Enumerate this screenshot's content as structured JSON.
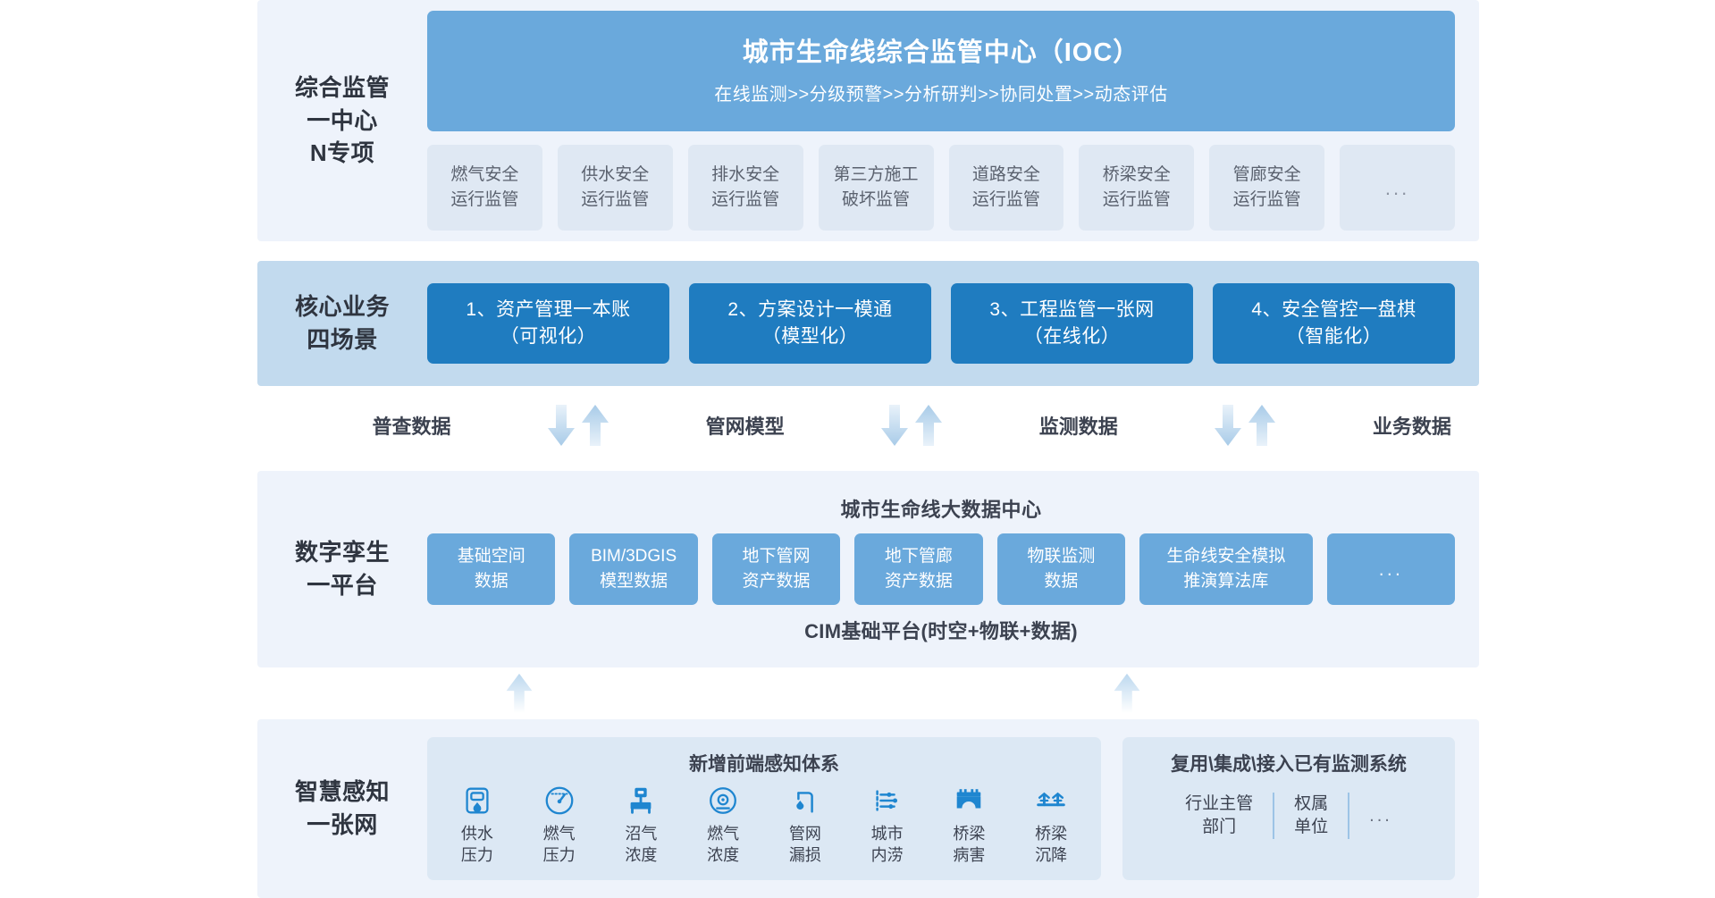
{
  "colors": {
    "band_light": "#eef3fb",
    "band_blue": "#c2daee",
    "card_soft": "#dfe8f3",
    "accent_mid": "#6aa9dc",
    "accent_strong": "#1f7cc0",
    "panel": "#dce8f4",
    "text": "#3c4250"
  },
  "section_ioc": {
    "row_label_lines": [
      "综合监管",
      "一中心",
      "N专项"
    ],
    "banner": {
      "title": "城市生命线综合监管中心（IOC）",
      "subtitle": "在线监测>>分级预警>>分析研判>>协同处置>>动态评估"
    },
    "cards": [
      "燃气安全\n运行监管",
      "供水安全\n运行监管",
      "排水安全\n运行监管",
      "第三方施工\n破坏监管",
      "道路安全\n运行监管",
      "桥梁安全\n运行监管",
      "管廊安全\n运行监管",
      "..."
    ]
  },
  "section_scenes": {
    "row_label_lines": [
      "核心业务",
      "四场景"
    ],
    "cards": [
      "1、资产管理一本账\n（可视化）",
      "2、方案设计一模通\n（模型化）",
      "3、工程监管一张网\n（在线化）",
      "4、安全管控一盘棋\n（智能化）"
    ]
  },
  "flow_row": {
    "labels": [
      "普查数据",
      "管网模型",
      "监测数据",
      "业务数据"
    ],
    "arrow_pairs": 3,
    "arrow_icon_down": "arrow-down-icon",
    "arrow_icon_up": "arrow-up-icon"
  },
  "section_twin": {
    "row_label_lines": [
      "数字孪生",
      "一平台"
    ],
    "heading": "城市生命线大数据中心",
    "cards": [
      "基础空间\n数据",
      "BIM/3DGIS\n模型数据",
      "地下管网\n资产数据",
      "地下管廊\n资产数据",
      "物联监测\n数据",
      "生命线安全模拟\n推演算法库",
      "..."
    ],
    "footer": "CIM基础平台(时空+物联+数据)"
  },
  "section_sense": {
    "row_label_lines": [
      "智慧感知",
      "一张网"
    ],
    "new_panel": {
      "title": "新增前端感知体系",
      "sensors": [
        {
          "icon": "water-pressure-icon",
          "label": "供水\n压力"
        },
        {
          "icon": "gas-pressure-gauge-icon",
          "label": "燃气\n压力"
        },
        {
          "icon": "biogas-concentration-icon",
          "label": "沼气\n浓度"
        },
        {
          "icon": "gas-concentration-icon",
          "label": "燃气\n浓度"
        },
        {
          "icon": "pipe-leak-icon",
          "label": "管网\n漏损"
        },
        {
          "icon": "urban-waterlog-icon",
          "label": "城市\n内涝"
        },
        {
          "icon": "bridge-damage-icon",
          "label": "桥梁\n病害"
        },
        {
          "icon": "bridge-settlement-icon",
          "label": "桥梁\n沉降"
        }
      ]
    },
    "reuse_panel": {
      "title": "复用\\集成\\接入已有监测系统",
      "items": [
        "行业主管\n部门",
        "权属\n单位",
        "..."
      ]
    }
  }
}
